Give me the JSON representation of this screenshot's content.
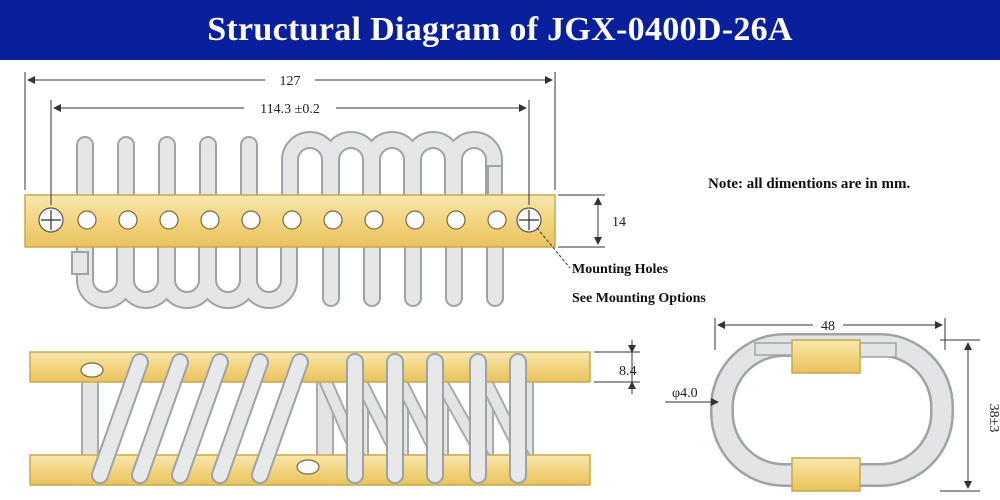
{
  "title": "Structural Diagram of JGX-0400D-26A",
  "note": "Note: all dimentions are in mm.",
  "callouts": {
    "mounting_holes": "Mounting Holes",
    "mounting_options": "See Mounting Options"
  },
  "dimensions": {
    "overall_length": "127",
    "hole_spacing": "114.3 ±0.2",
    "bar_width": "14",
    "bar_thickness": "8.4",
    "cable_diameter": "φ4.0",
    "side_width": "48",
    "side_height": "38±3"
  },
  "colors": {
    "header_bg": "#0a1f9c",
    "bar_fill": "#f4d98e",
    "cable_fill": "#d7dadc",
    "dim_line": "#333333"
  }
}
